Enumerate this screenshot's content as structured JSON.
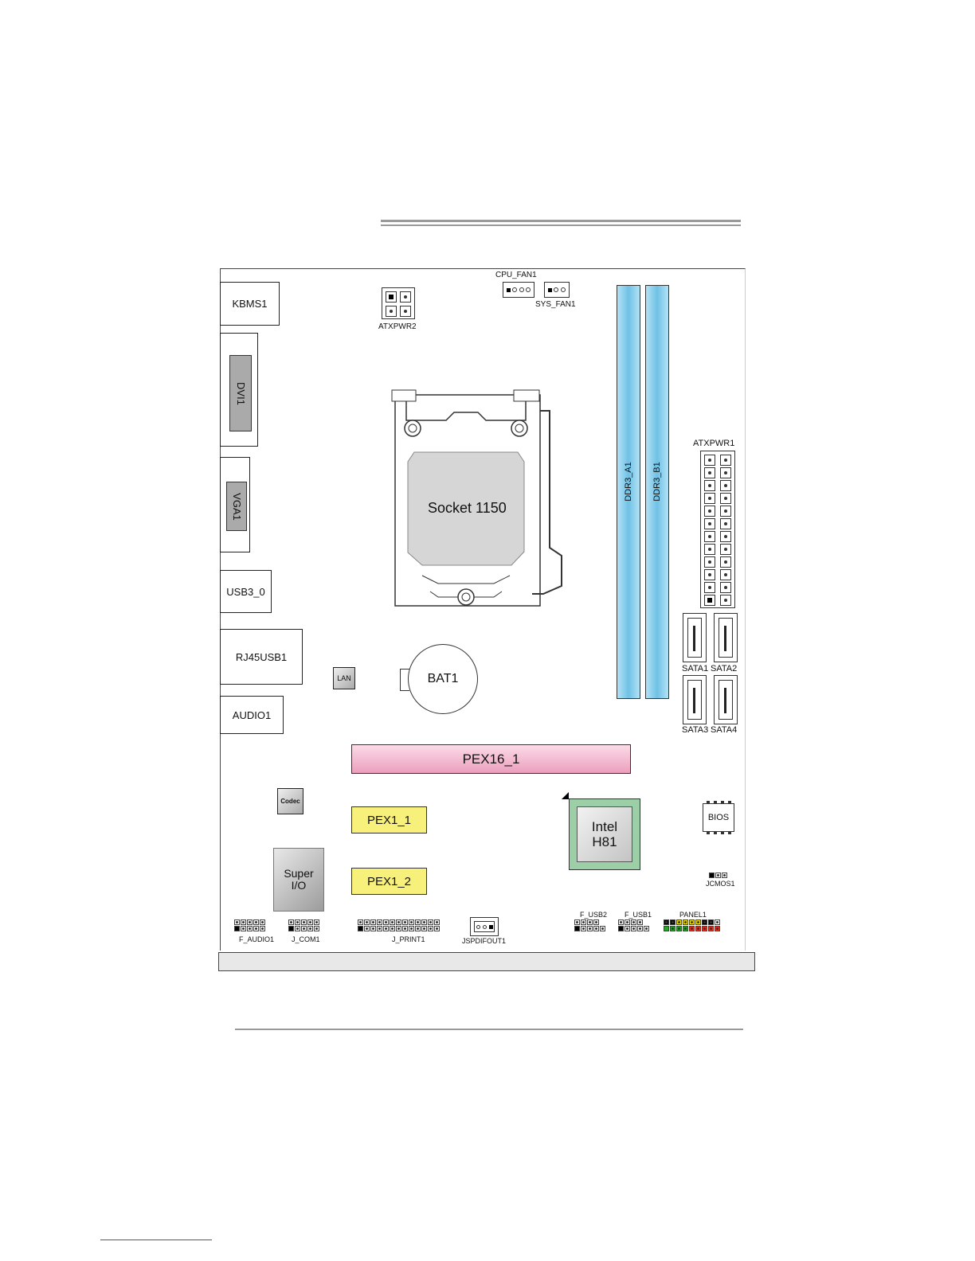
{
  "labels": {
    "kbms1": "KBMS1",
    "dvi1": "DVI1",
    "vga1": "VGA1",
    "usb3_0": "USB3_0",
    "rj45usb1": "RJ45USB1",
    "audio1": "AUDIO1",
    "lan": "LAN",
    "codec": "Codec",
    "super_io_line1": "Super",
    "super_io_line2": "I/O",
    "atxpwr2": "ATXPWR2",
    "cpu_fan1": "CPU_FAN1",
    "sys_fan1": "SYS_FAN1",
    "socket": "Socket 1150",
    "ddr3_a1": "DDR3_A1",
    "ddr3_b1": "DDR3_B1",
    "atxpwr1": "ATXPWR1",
    "sata1": "SATA1",
    "sata2": "SATA2",
    "sata3": "SATA3",
    "sata4": "SATA4",
    "bat1": "BAT1",
    "pex16_1": "PEX16_1",
    "pex1_1": "PEX1_1",
    "pex1_2": "PEX1_2",
    "chipset_line1": "Intel",
    "chipset_line2": "H81",
    "bios": "BIOS",
    "jcmos1": "JCMOS1",
    "f_audio1": "F_AUDIO1",
    "j_com1": "J_COM1",
    "j_print1": "J_PRINT1",
    "jspdifout1": "JSPDIFOUT1",
    "f_usb2": "F_USB2",
    "f_usb1": "F_USB1",
    "panel1": "PANEL1"
  },
  "colors": {
    "dimm": "#8fd0ee",
    "pcie_x16": "#f2bcd0",
    "pcie_x1": "#f7f07a",
    "chipset": "#9ccfa8",
    "io_chip": "#cfcfcf",
    "socket_fill": "#d6d6d6"
  }
}
